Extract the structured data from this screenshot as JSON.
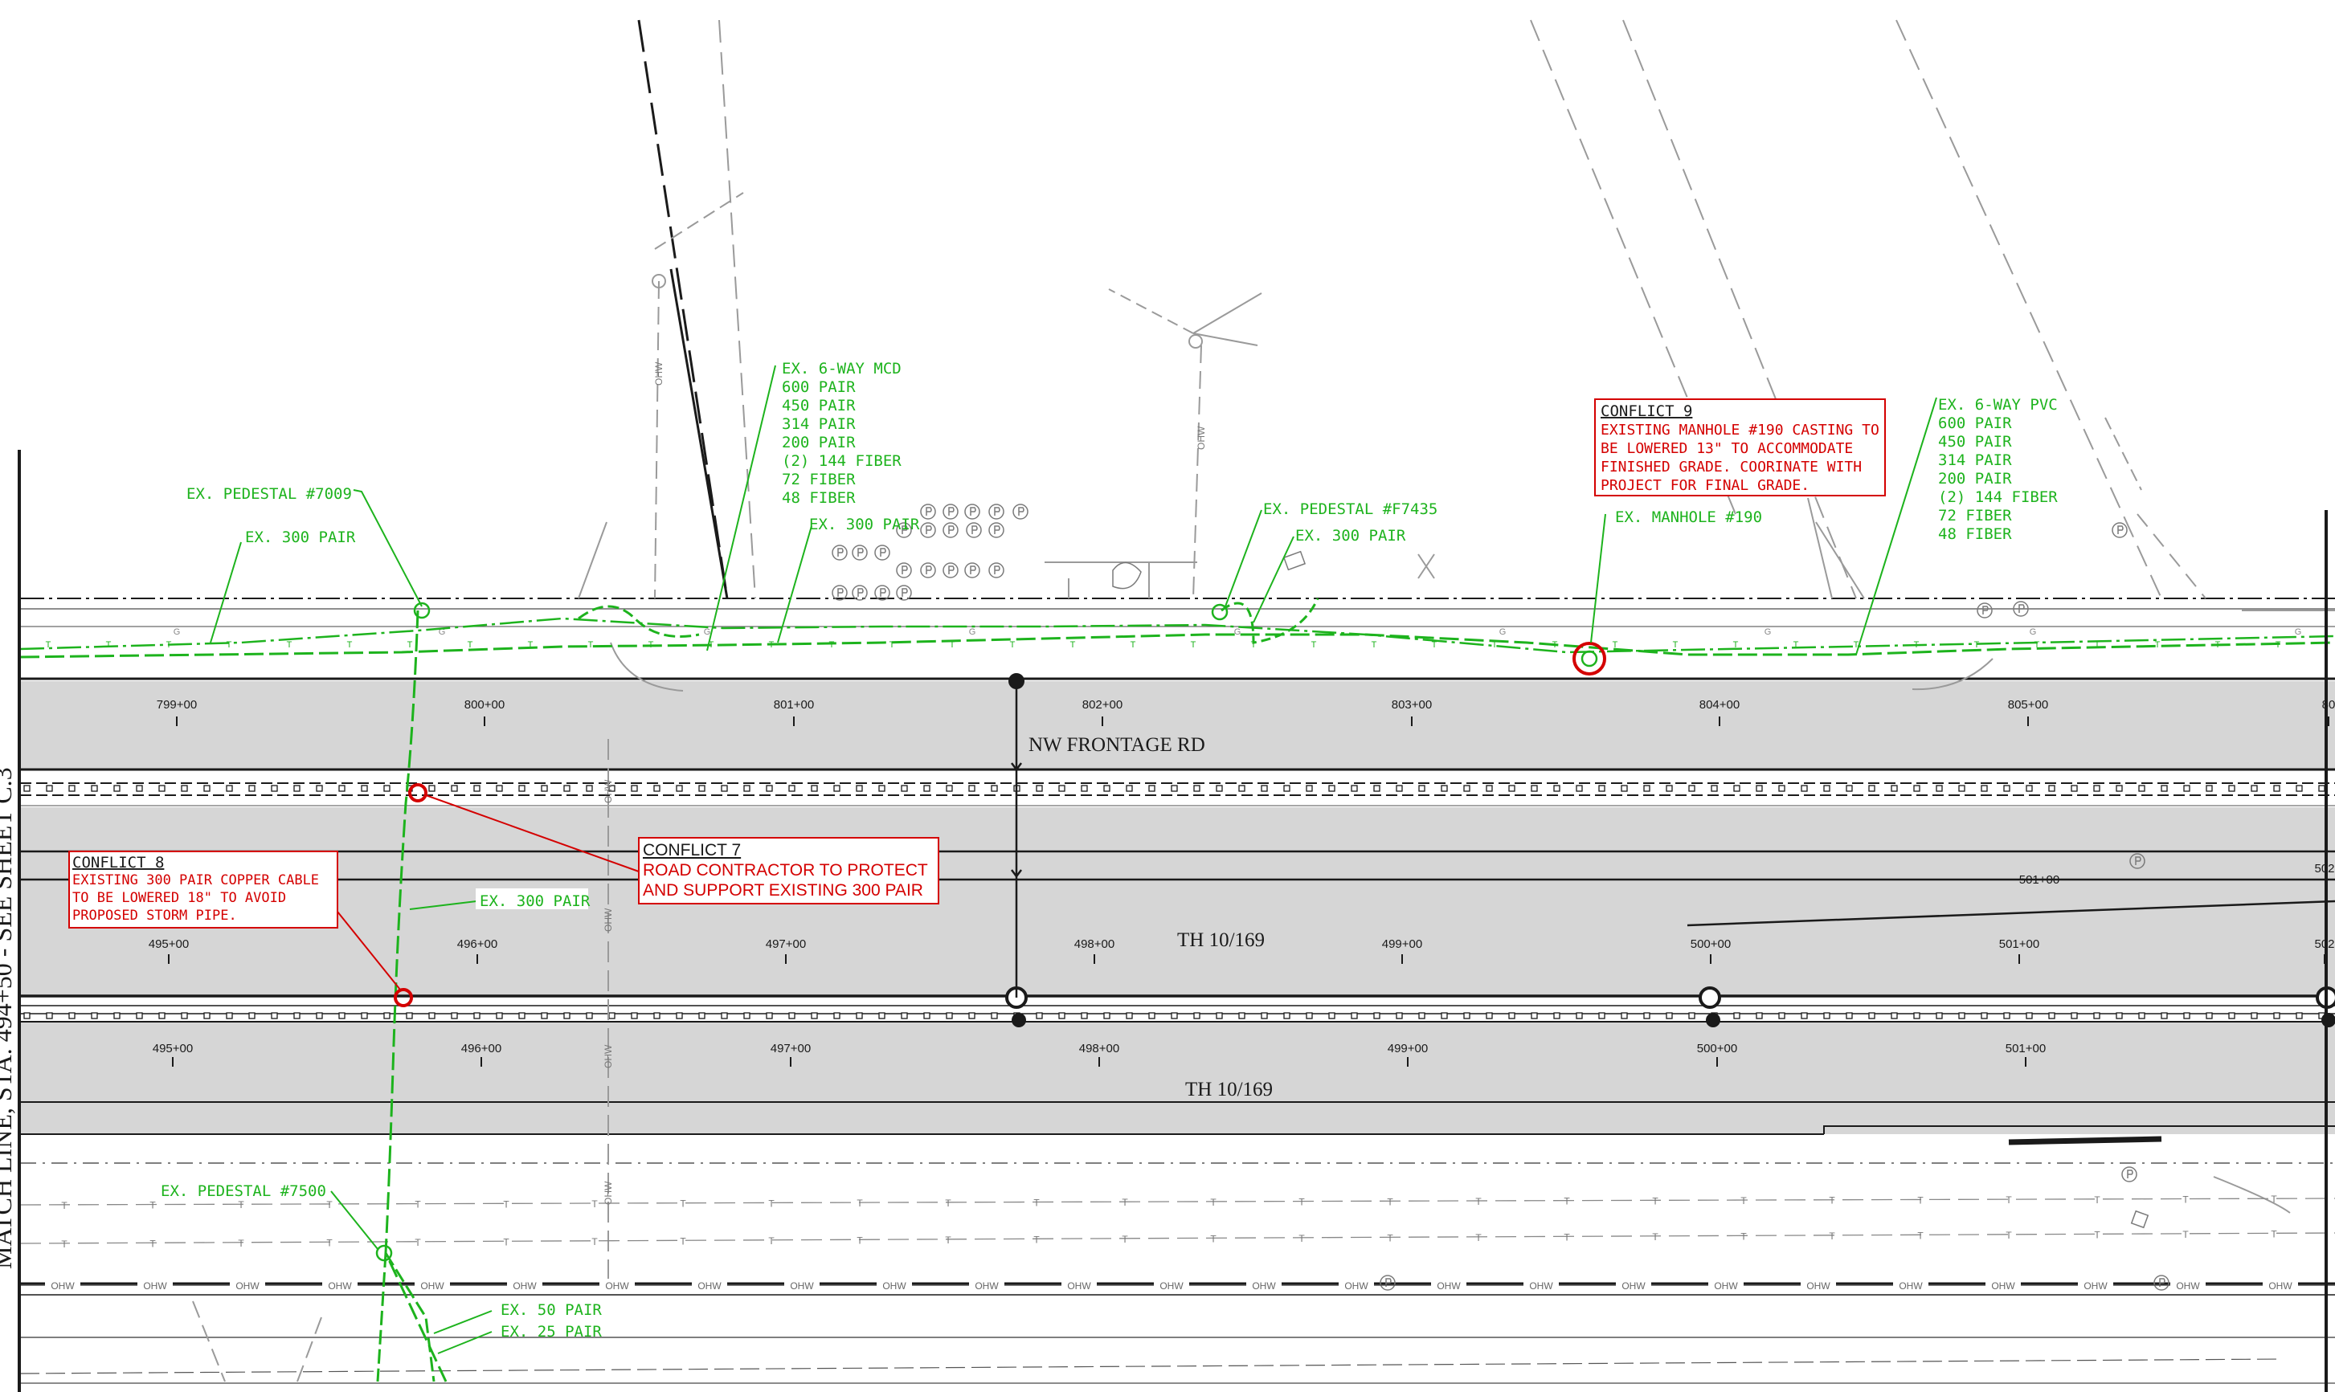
{
  "colors": {
    "utility_green": "#1db31d",
    "conflict_red": "#d40000",
    "road_fill": "#d6d6d6",
    "line_dark": "#1a1a1a",
    "line_gray": "#9a9a9a"
  },
  "match_line": "MATCH LINE, STA. 494+50 - SEE SHEET C.3",
  "road_labels": {
    "frontage": "NW FRONTAGE RD",
    "th_upper": "TH 10/169",
    "th_lower": "TH 10/169"
  },
  "stations": {
    "frontage": [
      "799+00",
      "800+00",
      "801+00",
      "802+00",
      "803+00",
      "804+00",
      "805+00",
      "80"
    ],
    "mid_right": [
      "501+00",
      "502"
    ],
    "th_upper": [
      "495+00",
      "496+00",
      "497+00",
      "498+00",
      "499+00",
      "500+00",
      "501+00",
      "502"
    ],
    "th_lower": [
      "495+00",
      "496+00",
      "497+00",
      "498+00",
      "499+00",
      "500+00",
      "501+00"
    ]
  },
  "utility_labels": {
    "ped_7009": "EX. PEDESTAL #7009",
    "pair300_a": "EX. 300 PAIR",
    "mcd": [
      "EX. 6-WAY MCD",
      "600 PAIR",
      "450 PAIR",
      "314 PAIR",
      "200 PAIR",
      "(2) 144 FIBER",
      "72 FIBER",
      "48 FIBER"
    ],
    "pair300_b": "EX. 300 PAIR",
    "ped_f7435": "EX. PEDESTAL #F7435",
    "pair300_c": "EX. 300 PAIR",
    "manhole_190": "EX. MANHOLE #190",
    "pvc": [
      "EX. 6-WAY PVC",
      "600 PAIR",
      "450 PAIR",
      "314 PAIR",
      "200 PAIR",
      "(2) 144 FIBER",
      "72 FIBER",
      "48 FIBER"
    ],
    "pair300_d": "EX. 300 PAIR",
    "ped_7500": "EX. PEDESTAL #7500",
    "pair50": "EX. 50 PAIR",
    "pair25": "EX. 25 PAIR"
  },
  "conflicts": {
    "c7": {
      "title": "CONFLICT 7",
      "lines": [
        "ROAD CONTRACTOR TO PROTECT",
        "AND SUPPORT EXISTING 300 PAIR"
      ]
    },
    "c8": {
      "title": "CONFLICT 8",
      "lines": [
        "EXISTING 300 PAIR COPPER CABLE",
        "TO BE LOWERED 18\" TO AVOID",
        "PROPOSED STORM PIPE."
      ]
    },
    "c9": {
      "title": "CONFLICT 9",
      "lines": [
        "EXISTING MANHOLE #190 CASTING TO",
        "BE LOWERED 13\" TO ACCOMMODATE",
        "FINISHED GRADE. COORINATE WITH",
        "PROJECT FOR FINAL GRADE."
      ]
    }
  },
  "line_tags": {
    "ohw": "OHW",
    "t": "T",
    "g": "G"
  }
}
